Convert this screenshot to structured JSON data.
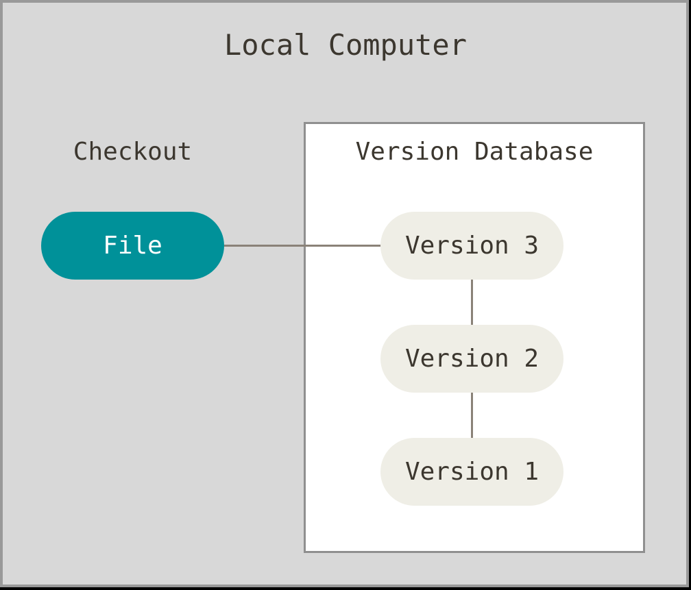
{
  "diagram": {
    "title": "Local Computer",
    "checkout_label": "Checkout",
    "file_node": "File",
    "version_database": {
      "title": "Version Database",
      "versions": [
        "Version 3",
        "Version 2",
        "Version 1"
      ]
    },
    "colors": {
      "background": "#d8d8d8",
      "frame_border": "#999999",
      "box_border": "#8f8f8f",
      "white": "#ffffff",
      "teal": "#009199",
      "pill_cream": "#efeee6",
      "text_dark": "#3c372f",
      "connector": "#8a8278"
    }
  }
}
